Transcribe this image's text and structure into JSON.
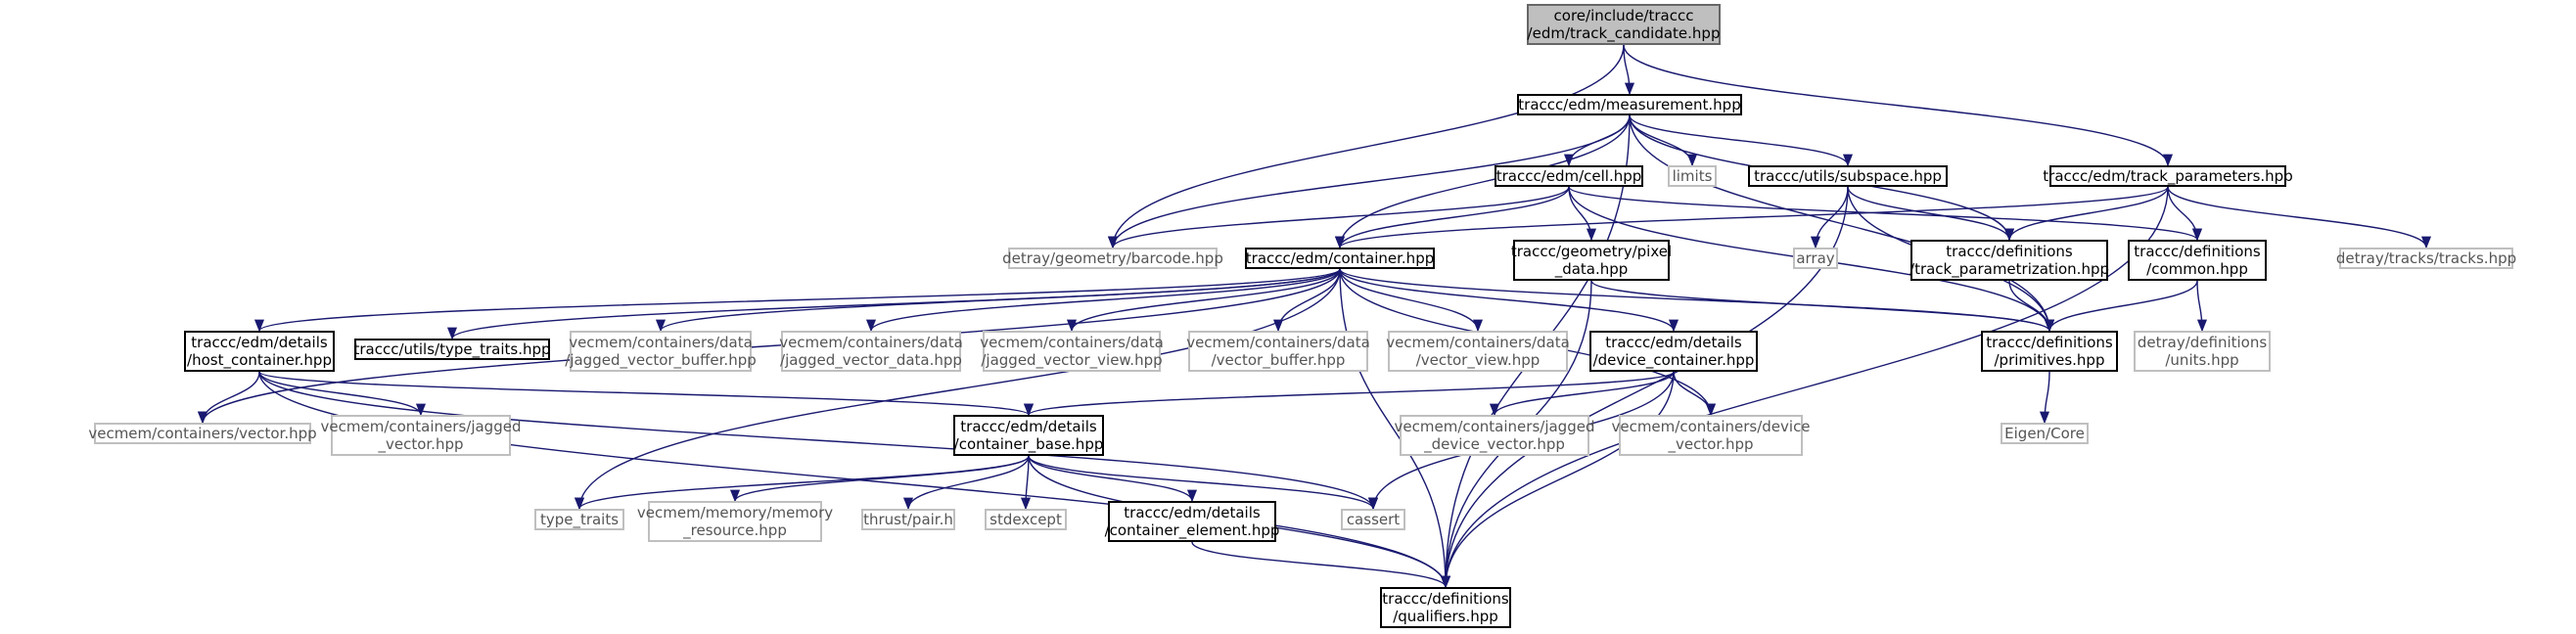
{
  "graph": {
    "title": "",
    "edge_color": "#191970",
    "nodes": [
      {
        "id": "n_root",
        "label": "core/include/traccc\n/edm/track_candidate.hpp",
        "kind": "root"
      },
      {
        "id": "n_meas",
        "label": "traccc/edm/measurement.hpp",
        "kind": "link"
      },
      {
        "id": "n_track_params",
        "label": "traccc/edm/track_parameters.hpp",
        "kind": "link"
      },
      {
        "id": "n_cell",
        "label": "traccc/edm/cell.hpp",
        "kind": "link"
      },
      {
        "id": "n_limits",
        "label": "limits",
        "kind": "ext"
      },
      {
        "id": "n_subspace",
        "label": "traccc/utils/subspace.hpp",
        "kind": "link"
      },
      {
        "id": "n_barcode",
        "label": "detray/geometry/barcode.hpp",
        "kind": "ext"
      },
      {
        "id": "n_container",
        "label": "traccc/edm/container.hpp",
        "kind": "link"
      },
      {
        "id": "n_pixel",
        "label": "traccc/geometry/pixel\n_data.hpp",
        "kind": "link"
      },
      {
        "id": "n_array",
        "label": "array",
        "kind": "ext"
      },
      {
        "id": "n_track_param",
        "label": "traccc/definitions\n/track_parametrization.hpp",
        "kind": "link"
      },
      {
        "id": "n_common",
        "label": "traccc/definitions\n/common.hpp",
        "kind": "link"
      },
      {
        "id": "n_tracks",
        "label": "detray/tracks/tracks.hpp",
        "kind": "ext"
      },
      {
        "id": "n_host",
        "label": "traccc/edm/details\n/host_container.hpp",
        "kind": "link"
      },
      {
        "id": "n_type_traits_hpp",
        "label": "traccc/utils/type_traits.hpp",
        "kind": "link"
      },
      {
        "id": "n_jvb",
        "label": "vecmem/containers/data\n/jagged_vector_buffer.hpp",
        "kind": "ext"
      },
      {
        "id": "n_jvd",
        "label": "vecmem/containers/data\n/jagged_vector_data.hpp",
        "kind": "ext"
      },
      {
        "id": "n_jvv",
        "label": "vecmem/containers/data\n/jagged_vector_view.hpp",
        "kind": "ext"
      },
      {
        "id": "n_vb",
        "label": "vecmem/containers/data\n/vector_buffer.hpp",
        "kind": "ext"
      },
      {
        "id": "n_vv",
        "label": "vecmem/containers/data\n/vector_view.hpp",
        "kind": "ext"
      },
      {
        "id": "n_device",
        "label": "traccc/edm/details\n/device_container.hpp",
        "kind": "link"
      },
      {
        "id": "n_primitives",
        "label": "traccc/definitions\n/primitives.hpp",
        "kind": "link"
      },
      {
        "id": "n_units",
        "label": "detray/definitions\n/units.hpp",
        "kind": "ext"
      },
      {
        "id": "n_vector",
        "label": "vecmem/containers/vector.hpp",
        "kind": "ext"
      },
      {
        "id": "n_jagged",
        "label": "vecmem/containers/jagged\n_vector.hpp",
        "kind": "ext"
      },
      {
        "id": "n_cbase",
        "label": "traccc/edm/details\n/container_base.hpp",
        "kind": "link"
      },
      {
        "id": "n_jdv",
        "label": "vecmem/containers/jagged\n_device_vector.hpp",
        "kind": "ext"
      },
      {
        "id": "n_dv",
        "label": "vecmem/containers/device\n_vector.hpp",
        "kind": "ext"
      },
      {
        "id": "n_eigen",
        "label": "Eigen/Core",
        "kind": "ext"
      },
      {
        "id": "n_type_traits",
        "label": "type_traits",
        "kind": "ext"
      },
      {
        "id": "n_memres",
        "label": "vecmem/memory/memory\n_resource.hpp",
        "kind": "ext"
      },
      {
        "id": "n_pair",
        "label": "thrust/pair.h",
        "kind": "ext"
      },
      {
        "id": "n_stdexcept",
        "label": "stdexcept",
        "kind": "ext"
      },
      {
        "id": "n_celem",
        "label": "traccc/edm/details\n/container_element.hpp",
        "kind": "link"
      },
      {
        "id": "n_cassert",
        "label": "cassert",
        "kind": "ext"
      },
      {
        "id": "n_qualifiers",
        "label": "traccc/definitions\n/qualifiers.hpp",
        "kind": "link"
      }
    ],
    "edges": [
      [
        "n_root",
        "n_meas"
      ],
      [
        "n_root",
        "n_track_params"
      ],
      [
        "n_root",
        "n_barcode"
      ],
      [
        "n_meas",
        "n_cell"
      ],
      [
        "n_meas",
        "n_limits"
      ],
      [
        "n_meas",
        "n_subspace"
      ],
      [
        "n_meas",
        "n_barcode"
      ],
      [
        "n_meas",
        "n_container"
      ],
      [
        "n_meas",
        "n_track_param"
      ],
      [
        "n_meas",
        "n_primitives"
      ],
      [
        "n_meas",
        "n_qualifiers"
      ],
      [
        "n_cell",
        "n_barcode"
      ],
      [
        "n_cell",
        "n_container"
      ],
      [
        "n_cell",
        "n_pixel"
      ],
      [
        "n_cell",
        "n_common"
      ],
      [
        "n_cell",
        "n_primitives"
      ],
      [
        "n_subspace",
        "n_array"
      ],
      [
        "n_subspace",
        "n_track_param"
      ],
      [
        "n_subspace",
        "n_primitives"
      ],
      [
        "n_subspace",
        "n_qualifiers"
      ],
      [
        "n_track_params",
        "n_container"
      ],
      [
        "n_track_params",
        "n_track_param"
      ],
      [
        "n_track_params",
        "n_common"
      ],
      [
        "n_track_params",
        "n_tracks"
      ],
      [
        "n_track_params",
        "n_qualifiers"
      ],
      [
        "n_container",
        "n_host"
      ],
      [
        "n_container",
        "n_type_traits_hpp"
      ],
      [
        "n_container",
        "n_jvb"
      ],
      [
        "n_container",
        "n_jvd"
      ],
      [
        "n_container",
        "n_jvv"
      ],
      [
        "n_container",
        "n_vb"
      ],
      [
        "n_container",
        "n_vv"
      ],
      [
        "n_container",
        "n_device"
      ],
      [
        "n_container",
        "n_vector"
      ],
      [
        "n_container",
        "n_type_traits"
      ],
      [
        "n_container",
        "n_dv"
      ],
      [
        "n_container",
        "n_qualifiers"
      ],
      [
        "n_container",
        "n_primitives"
      ],
      [
        "n_pixel",
        "n_primitives"
      ],
      [
        "n_pixel",
        "n_qualifiers"
      ],
      [
        "n_track_param",
        "n_primitives"
      ],
      [
        "n_common",
        "n_primitives"
      ],
      [
        "n_common",
        "n_units"
      ],
      [
        "n_primitives",
        "n_eigen"
      ],
      [
        "n_host",
        "n_vector"
      ],
      [
        "n_host",
        "n_jagged"
      ],
      [
        "n_host",
        "n_cbase"
      ],
      [
        "n_host",
        "n_cassert"
      ],
      [
        "n_host",
        "n_qualifiers"
      ],
      [
        "n_device",
        "n_cbase"
      ],
      [
        "n_device",
        "n_jdv"
      ],
      [
        "n_device",
        "n_dv"
      ],
      [
        "n_device",
        "n_cassert"
      ],
      [
        "n_device",
        "n_qualifiers"
      ],
      [
        "n_cbase",
        "n_type_traits"
      ],
      [
        "n_cbase",
        "n_memres"
      ],
      [
        "n_cbase",
        "n_pair"
      ],
      [
        "n_cbase",
        "n_stdexcept"
      ],
      [
        "n_cbase",
        "n_celem"
      ],
      [
        "n_cbase",
        "n_cassert"
      ],
      [
        "n_cbase",
        "n_qualifiers"
      ],
      [
        "n_celem",
        "n_qualifiers"
      ]
    ]
  }
}
